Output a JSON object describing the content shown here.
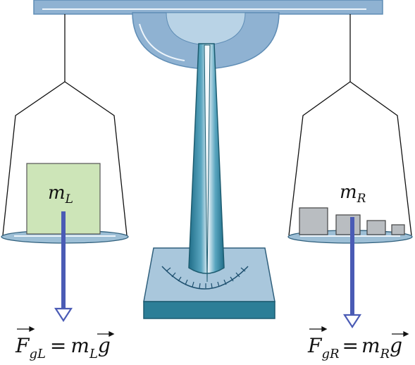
{
  "labels": {
    "mass_left": {
      "main": "m",
      "sub": "L"
    },
    "mass_right": {
      "main": "m",
      "sub": "R"
    },
    "eq_left": {
      "F": "F",
      "F_sub": "gL",
      "eq": "=",
      "m": "m",
      "m_sub": "L",
      "g": "g"
    },
    "eq_right": {
      "F": "F",
      "F_sub": "gR",
      "eq": "=",
      "m": "m",
      "m_sub": "R",
      "g": "g"
    }
  },
  "colors": {
    "beam": "#8fb2d2",
    "beam_edge": "#5f8db5",
    "pointer_light": "#dbe9f3",
    "pointer_dark": "#2f7f9a",
    "base_top": "#a9c7dc",
    "base_front": "#2c7e97",
    "pan": "#9dbfd6",
    "block_left": "#cde5b8",
    "weights": "#b9bdc1",
    "force_arrow": "#4a5bb5"
  }
}
